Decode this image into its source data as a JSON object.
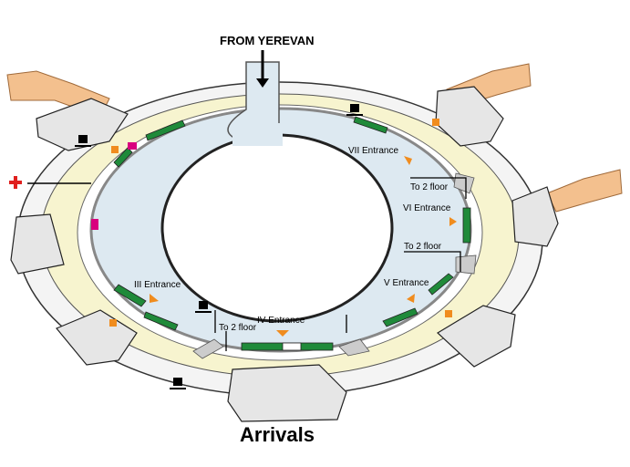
{
  "header": {
    "from_label": "FROM  YEREVAN"
  },
  "footer": {
    "arrivals_label": "Arrivals"
  },
  "entrances": {
    "iii": "III Entrance",
    "iv": "IV Entrance",
    "v": "V Entrance",
    "vi": "VI Entrance",
    "vii": "VII Entrance"
  },
  "stairs": {
    "to_floor_2": "To 2 floor"
  },
  "colors": {
    "ring": "#dde9f1",
    "band": "#f7f4cf",
    "entrance": "#1f8a3a",
    "marker": "#f08c1e",
    "jetway": "#f3c08e",
    "first_aid": "#e0201e"
  }
}
